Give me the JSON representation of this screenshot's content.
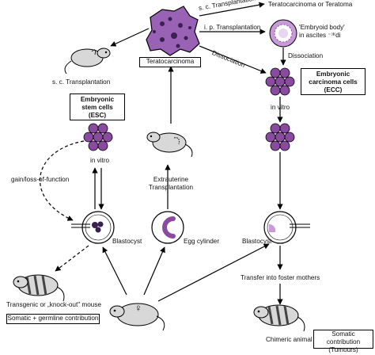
{
  "labels": {
    "sc_transplantation_top": "s. c. Transplantation",
    "teratocarcinoma_or_teratoma": "Teratocarcinoma or Teratoma",
    "ip_transplantation": "i. p. Transplantation",
    "embryoid_body_line1": "'Embryoid body'",
    "embryoid_body_line2": "in ascites ⁻⁾ᴵ⁽di",
    "dissociation_diagonal": "Dissociation",
    "dissociation_vertical": "Dissociation",
    "teratocarcinoma_box": "Teratocarcinoma",
    "sc_transplantation_left": "s. c. Transplantation",
    "esc_line1": "Embryonic",
    "esc_line2": "stem cells",
    "esc_line3": "(ESC)",
    "ecc_line1": "Embryonic",
    "ecc_line2": "carcinoma cells",
    "ecc_line3": "(ECC)",
    "in_vitro_right": "in vitro",
    "in_vitro_left": "in vitro",
    "gain_loss": "gain/loss-of-function",
    "extrauterine_line1": "Extrauterine",
    "extrauterine_line2": "Transplantation",
    "blastocyst_left": "Blastocyst",
    "egg_cylinder": "Egg cylinder",
    "blastocyst_right": "Blastocyst",
    "transfer": "Transfer into foster mothers",
    "transgenic": "Transgenic or „knock-out\" mouse",
    "somatic_germline_box": "Somatic + germline contribution",
    "chimeric": "Chimeric animal",
    "somatic_tumours_line1": "Somatic contribution",
    "somatic_tumours_line2": "(Tumours)",
    "female_symbol": "♀"
  },
  "colors": {
    "purple_cell": "#8a4aa0",
    "purple_light": "#c89ad8",
    "mass_fill": "#9a62b4",
    "line": "#000000",
    "mouse_body": "#d8d8d8"
  }
}
